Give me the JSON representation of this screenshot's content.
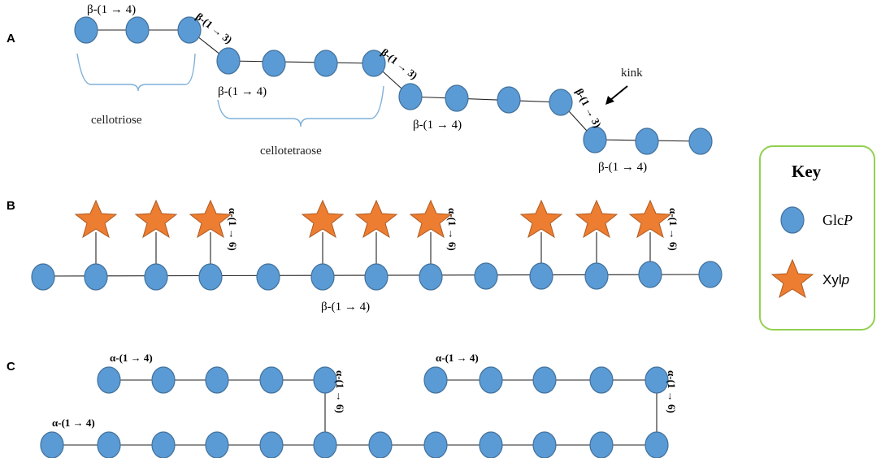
{
  "panels": {
    "a": "A",
    "b": "B",
    "c": "C"
  },
  "labels": {
    "beta14": "β-(1 → 4)",
    "beta13": "β-(1 → 3)",
    "alpha14": "α-(1 → 4)",
    "alpha16": "α-(1 → 6)",
    "cellotriose": "cellotriose",
    "cellotetraose": "cellotetraose",
    "kink": "kink"
  },
  "key": {
    "title": "Key",
    "glc": "Glc",
    "glc_italic": "P",
    "xyl": "Xyl",
    "xyl_italic": "p"
  },
  "colors": {
    "glc_node": "#5b9bd5",
    "xyl_star": "#ed7d31",
    "key_border": "#92d050"
  }
}
